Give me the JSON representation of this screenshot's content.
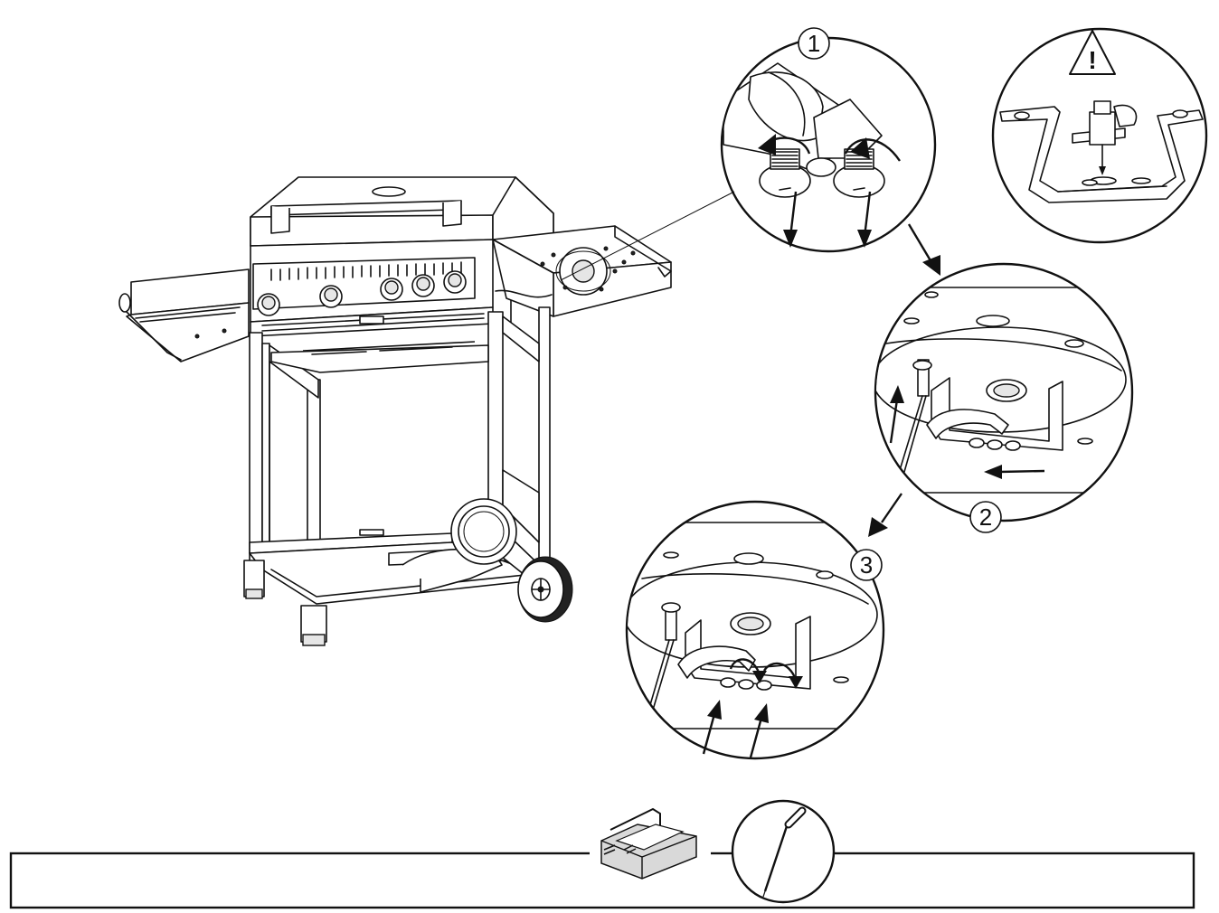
{
  "steps": [
    {
      "label": "1"
    },
    {
      "label": "2"
    },
    {
      "label": "3"
    }
  ],
  "warning": {
    "symbol": "!"
  },
  "tools": [
    "toolbox-icon",
    "screwdriver-icon"
  ],
  "colors": {
    "line": "#111111",
    "background": "#ffffff",
    "toolbox_fill": "#d9d9d9"
  }
}
